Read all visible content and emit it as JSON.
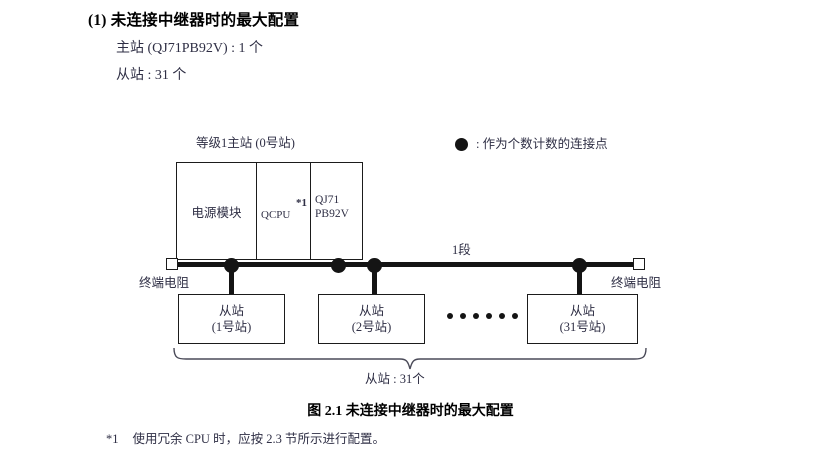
{
  "heading": {
    "section_title": "(1) 未连接中继器时的最大配置",
    "specs": [
      "主站 (QJ71PB92V) : 1 个",
      "从站 : 31 个"
    ]
  },
  "diagram": {
    "rack_title": "等级1主站 (0号站)",
    "modules": {
      "power": "电源模块",
      "qcpu": "QCPU",
      "qcpu_note": "*1",
      "pb92v_line1": "QJ71",
      "pb92v_line2": "PB92V"
    },
    "legend": {
      "symbol": "filled-circle-icon",
      "text": ": 作为个数计数的连接点"
    },
    "segment_label": "1段",
    "terminator_left": "终端电阻",
    "terminator_right": "终端电阻",
    "slaves": [
      {
        "title": "从站",
        "number": "(1号站)"
      },
      {
        "title": "从站",
        "number": "(2号站)"
      },
      {
        "title": "从站",
        "number": "(31号站)"
      }
    ],
    "ellipsis_count": 6,
    "brace_label": "从站 : 31个"
  },
  "caption": "图 2.1  未连接中继器时的最大配置",
  "footnote": {
    "mark": "*1",
    "text": "使用冗余 CPU 时，应按 2.3 节所示进行配置。"
  },
  "colors": {
    "ink": "#2f2f45",
    "line": "#141414",
    "black": "#000000",
    "paper": "#ffffff"
  }
}
